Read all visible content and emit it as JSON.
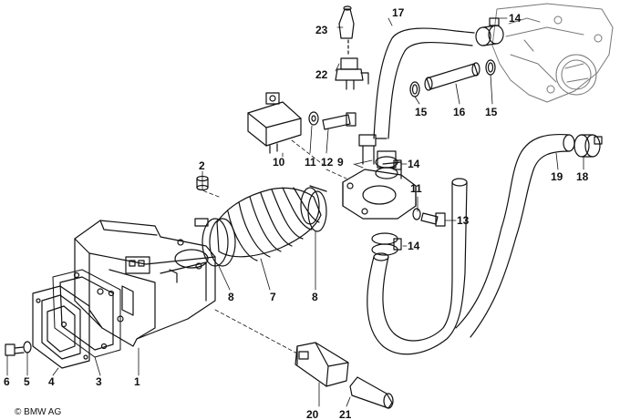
{
  "copyright": "© BMW AG",
  "callouts": {
    "c1": "1",
    "c2": "2",
    "c3": "3",
    "c4": "4",
    "c5": "5",
    "c6": "6",
    "c7": "7",
    "c8a": "8",
    "c8b": "8",
    "c9": "9",
    "c10": "10",
    "c11a": "11",
    "c11b": "11",
    "c12": "12",
    "c13": "13",
    "c14a": "14",
    "c14b": "14",
    "c14c": "14",
    "c15a": "15",
    "c15b": "15",
    "c16": "16",
    "c17": "17",
    "c18": "18",
    "c19": "19",
    "c20": "20",
    "c21": "21",
    "c22": "22",
    "c23": "23"
  }
}
